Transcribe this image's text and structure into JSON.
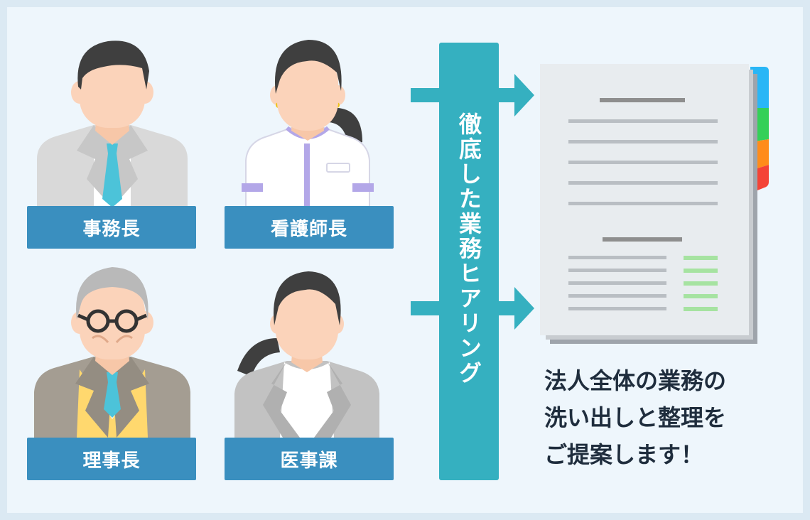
{
  "roles": {
    "jimucho": "事務長",
    "kangoshicho": "看護師長",
    "rijicho": "理事長",
    "ijika": "医事課"
  },
  "hearing_label": "徹底した業務ヒアリング",
  "caption": {
    "line1": "法人全体の業務の",
    "line2": "洗い出しと整理を",
    "line3": "ご提案します！"
  },
  "icons": [
    "office-manager-figure",
    "head-nurse-figure",
    "chairman-figure",
    "medical-clerk-figure",
    "right-arrow-icon",
    "document-icon"
  ],
  "colors": {
    "background": "#eef6fc",
    "label_blue": "#3a8fbf",
    "teal": "#35b0c0",
    "tab_blue": "#29b6f6",
    "tab_green": "#34d058",
    "tab_orange": "#ff8c1a",
    "tab_red": "#f44336"
  }
}
